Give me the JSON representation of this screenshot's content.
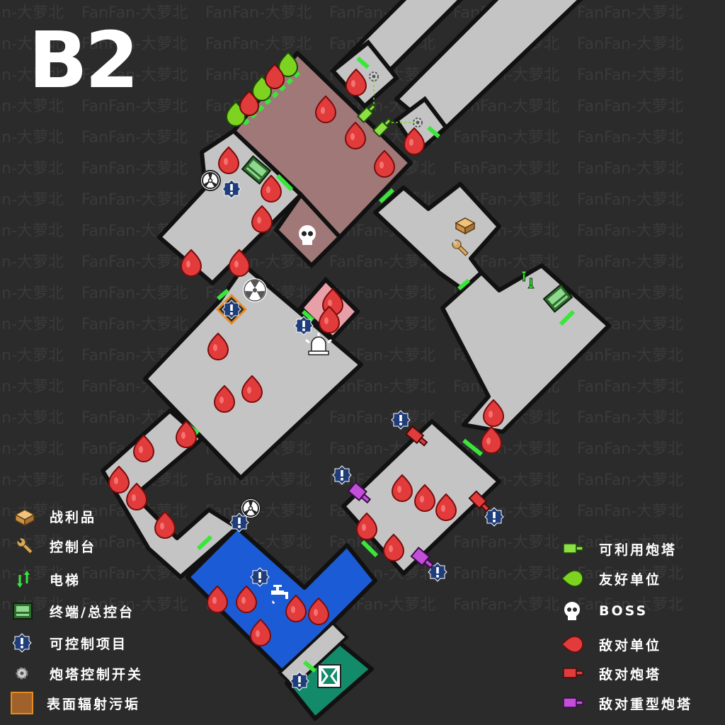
{
  "floor_label": "B2",
  "watermark": "FanFan-大萝北",
  "colors": {
    "background": "#2b2b2b",
    "room_fill": "#c4c4c4",
    "wall": "#111111",
    "door": "#39e639",
    "contaminated_room": "#a07878",
    "water_room": "#1c5bd6",
    "exit_room": "#138a69",
    "enemy": "#e23b3b",
    "friendly": "#7ed321",
    "heavy_turret": "#c24fd8",
    "control_item": "#1f3d7a"
  },
  "legend_left": [
    {
      "icon": "loot-crate-icon",
      "label": "战利品"
    },
    {
      "icon": "wrench-icon",
      "label": "控制台"
    },
    {
      "icon": "elevator-arrows-icon",
      "label": "电梯"
    },
    {
      "icon": "terminal-icon",
      "label": "终端/总控台"
    },
    {
      "icon": "alert-badge-icon",
      "label": "可控制项目"
    },
    {
      "icon": "gear-icon",
      "label": "炮塔控制开关"
    },
    {
      "icon": "radiation-square-icon",
      "label": "表面辐射污垢"
    }
  ],
  "legend_right": [
    {
      "icon": "usable-turret-icon",
      "label": "可利用炮塔"
    },
    {
      "icon": "friendly-unit-icon",
      "label": "友好单位"
    },
    {
      "icon": "skull-icon",
      "label": "BOSS"
    },
    {
      "icon": "enemy-unit-icon",
      "label": "敌对单位"
    },
    {
      "icon": "enemy-turret-icon",
      "label": "敌对炮塔"
    },
    {
      "icon": "heavy-turret-icon",
      "label": "敌对重型炮塔"
    }
  ]
}
